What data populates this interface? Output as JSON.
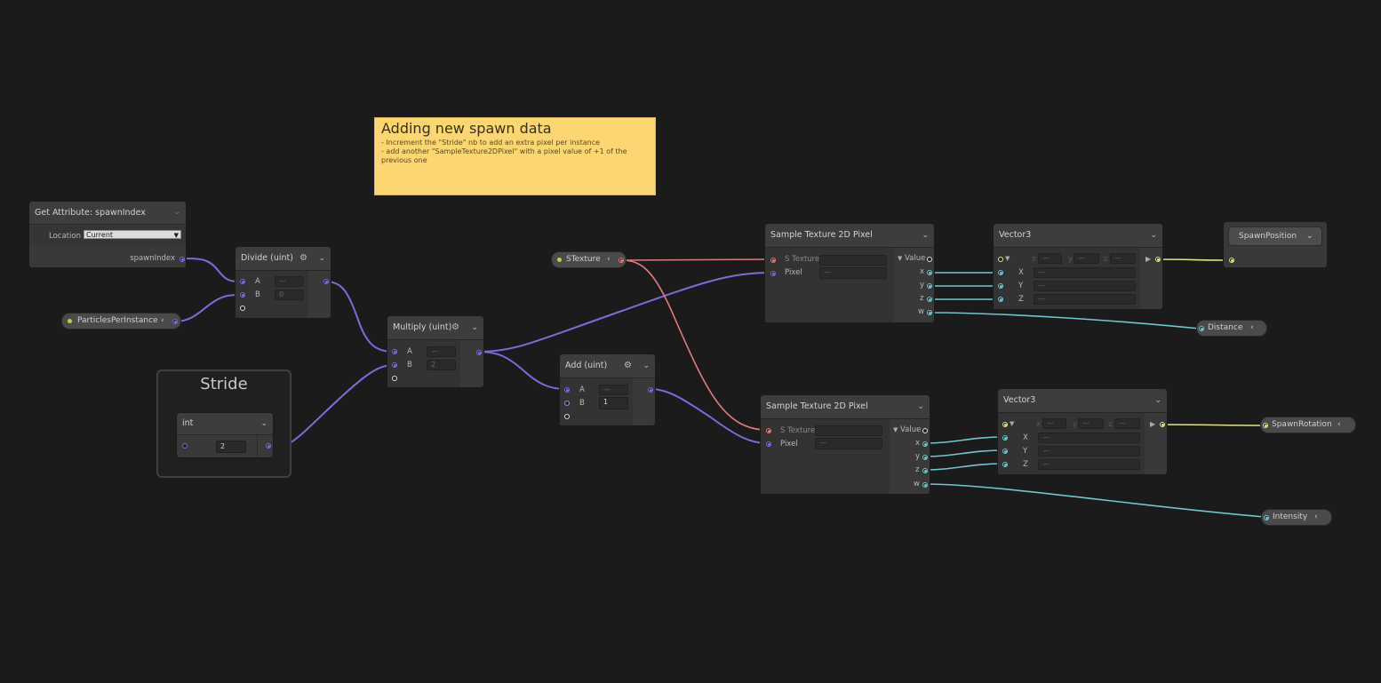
{
  "sticky_note": {
    "title": "Adding new spawn data",
    "line1": "- Increment the \"Stride\" nb to add an extra pixel per instance",
    "line2": "- add another \"SampleTexture2DPixel\" with a pixel value of +1 of the previous one"
  },
  "get_attribute": {
    "title": "Get Attribute: spawnIndex (Current)",
    "location_label": "Location",
    "location_value": "Current",
    "output_label": "spawnIndex"
  },
  "particles_per_instance": {
    "label": "ParticlesPerInstance"
  },
  "stride_group": {
    "title": "Stride",
    "type_label": "int",
    "value": "2"
  },
  "divide_node": {
    "title": "Divide (uint)",
    "a_label": "A",
    "b_label": "B",
    "a_value": "—",
    "b_value": "0"
  },
  "multiply_node": {
    "title": "Multiply (uint)",
    "a_label": "A",
    "b_label": "B",
    "a_value": "—",
    "b_value": "2"
  },
  "add_node": {
    "title": "Add (uint)",
    "a_label": "A",
    "b_label": "B",
    "a_value": "—",
    "b_value": "1"
  },
  "stexture": {
    "label": "STexture"
  },
  "sample_top": {
    "title": "Sample Texture 2D Pixel",
    "s_texture_label": "S Texture",
    "pixel_label": "Pixel",
    "pixel_value": "—",
    "value_label": "Value",
    "x": "x",
    "y": "y",
    "z": "z",
    "w": "w"
  },
  "sample_bottom": {
    "title": "Sample Texture 2D Pixel",
    "s_texture_label": "S Texture",
    "pixel_label": "Pixel",
    "pixel_value": "—",
    "value_label": "Value",
    "x": "x",
    "y": "y",
    "z": "z",
    "w": "w"
  },
  "vector3_top": {
    "title": "Vector3",
    "x": "X",
    "y": "Y",
    "z": "Z",
    "dash": "—",
    "hx": "x",
    "hy": "y",
    "hz": "z"
  },
  "vector3_bottom": {
    "title": "Vector3",
    "x": "X",
    "y": "Y",
    "z": "Z",
    "dash": "—",
    "hx": "x",
    "hy": "y",
    "hz": "z"
  },
  "spawn_position": {
    "label": "SpawnPosition"
  },
  "spawn_rotation": {
    "label": "SpawnRotation"
  },
  "distance": {
    "label": "Distance"
  },
  "intensity": {
    "label": "Intensity"
  },
  "colors": {
    "canvas": "#1b1b1b",
    "uint_wire": "#7b6bdc",
    "texture_wire": "#e07a7a",
    "float_wire": "#6fc7cf",
    "vector3_wire": "#e3e38a",
    "sticky": "#fcd671"
  },
  "icons": [
    "gear-icon",
    "chevron-down-icon",
    "chevron-left-icon",
    "triangle-down-icon"
  ]
}
